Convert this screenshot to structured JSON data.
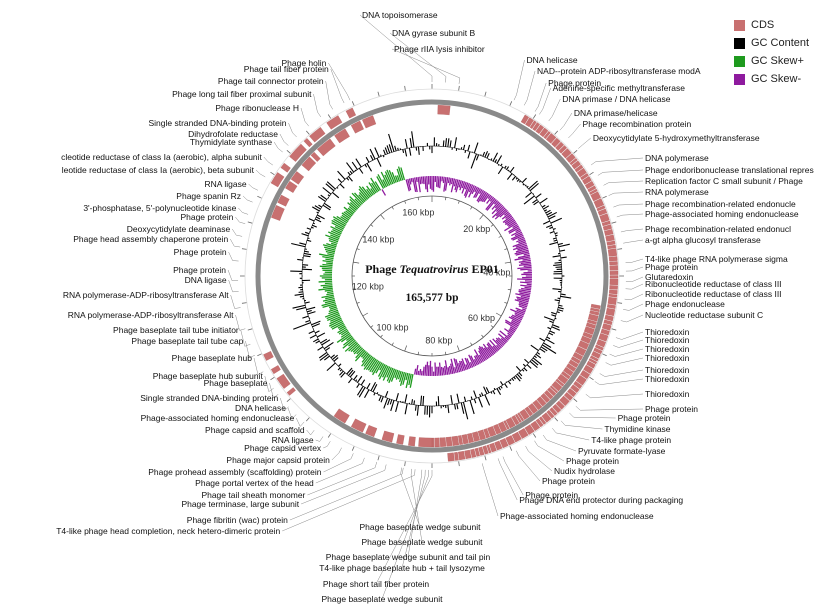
{
  "legend": [
    {
      "label": "CDS",
      "color": "#c87070"
    },
    {
      "label": "GC Content",
      "color": "#000000"
    },
    {
      "label": "GC Skew+",
      "color": "#1e9a1e"
    },
    {
      "label": "GC Skew-",
      "color": "#8e1a9e"
    }
  ],
  "center": {
    "title_prefix": "Phage ",
    "title_italic": "Tequatrovirus",
    "title_suffix": " EP01",
    "size": "165,577 bp"
  },
  "genome_length": 165577,
  "ticks": [
    "20 kbp",
    "40 kbp",
    "60 kbp",
    "80 kbp",
    "100 kbp",
    "120 kbp",
    "140 kbp",
    "160 kbp"
  ],
  "labels_top": [
    "DNA topoisomerase",
    "DNA gyrase subunit B",
    "Phage rIIA lysis inhibitor"
  ],
  "labels_right": [
    "DNA helicase",
    "NAD--protein ADP-ribosyltransferase modA",
    "Phage protein",
    "Adenine-specific methyltransferase",
    "DNA primase / DNA helicase",
    "DNA primase/helicase",
    "Phage recombination protein",
    "Deoxycytidylate 5-hydroxymethyltransferase",
    "DNA polymerase",
    "Phage endoribonuclease translational repres",
    "Replication factor C small subunit / Phage",
    "RNA polymerase",
    "Phage recombination-related endonucle",
    "Phage-associated homing endonuclease",
    "Phage recombination-related endonucl",
    "a-gt alpha glucosyl transferase",
    "T4-like phage RNA polymerase sigma",
    "Phage protein",
    "Glutaredoxin",
    "Ribonucleotide reductase of class III",
    "Ribonucleotide reductase of class III",
    "Phage endonuclease",
    "Nucleotide reductase subunit C",
    "Thioredoxin",
    "Thioredoxin",
    "Thioredoxin",
    "Thioredoxin",
    "Thioredoxin",
    "Thioredoxin",
    "Thioredoxin",
    "Phage protein",
    "Phage protein",
    "Thymidine kinase",
    "T4-like phage protein",
    "Pyruvate formate-lyase",
    "Phage protein",
    "Nudix hydrolase",
    "Phage protein",
    "Phage protein",
    "Phage-associated homing endonuclease",
    "Phage DNA end protector during packaging"
  ],
  "labels_bottom": [
    "Phage baseplate wedge subunit",
    "Phage baseplate wedge subunit",
    "Phage baseplate wedge subunit and tail pin",
    "T4-like phage baseplate hub + tail lysozyme",
    "Phage short tail fiber protein",
    "Phage baseplate wedge subunit"
  ],
  "labels_left": [
    "Phage holin",
    "Phage tail fiber protein",
    "Phage tail connector protein",
    "Phage long tail fiber proximal subunit",
    "Phage ribonuclease H",
    "Single stranded DNA-binding protein",
    "Dihydrofolate reductase",
    "Thymidylate synthase",
    "cleotide reductase of class Ia (aerobic), alpha subunit",
    "leotide reductase of class Ia  (aerobic), beta subunit",
    "RNA ligase",
    "Phage spanin Rz",
    "3'-phosphatase, 5'-polynucleotide kinase",
    "Phage protein",
    "Deoxycytidylate deaminase",
    "Phage head assembly chaperone protein",
    "Phage protein",
    "Phage protein",
    "DNA ligase",
    "RNA polymerase-ADP-ribosyltransferase Alt",
    "RNA polymerase-ADP-ribosyltransferase Alt",
    "Phage baseplate tail tube initiator",
    "Phage baseplate tail tube cap",
    "Phage baseplate hub",
    "Phage baseplate hub subunit",
    "Phage baseplate",
    "Single stranded DNA-binding protein",
    "DNA helicase",
    "Phage-associated homing endonuclease",
    "Phage capsid and scaffold",
    "RNA ligase",
    "Phage capsid vertex",
    "Phage major capsid protein",
    "Phage prohead assembly (scaffolding) protein",
    "Phage portal vertex of the head",
    "Phage tail sheath monomer",
    "Phage terminase, large subunit",
    "Phage fibritin (wac) protein",
    "T4-like phage head completion, neck hetero-dimeric protein"
  ]
}
